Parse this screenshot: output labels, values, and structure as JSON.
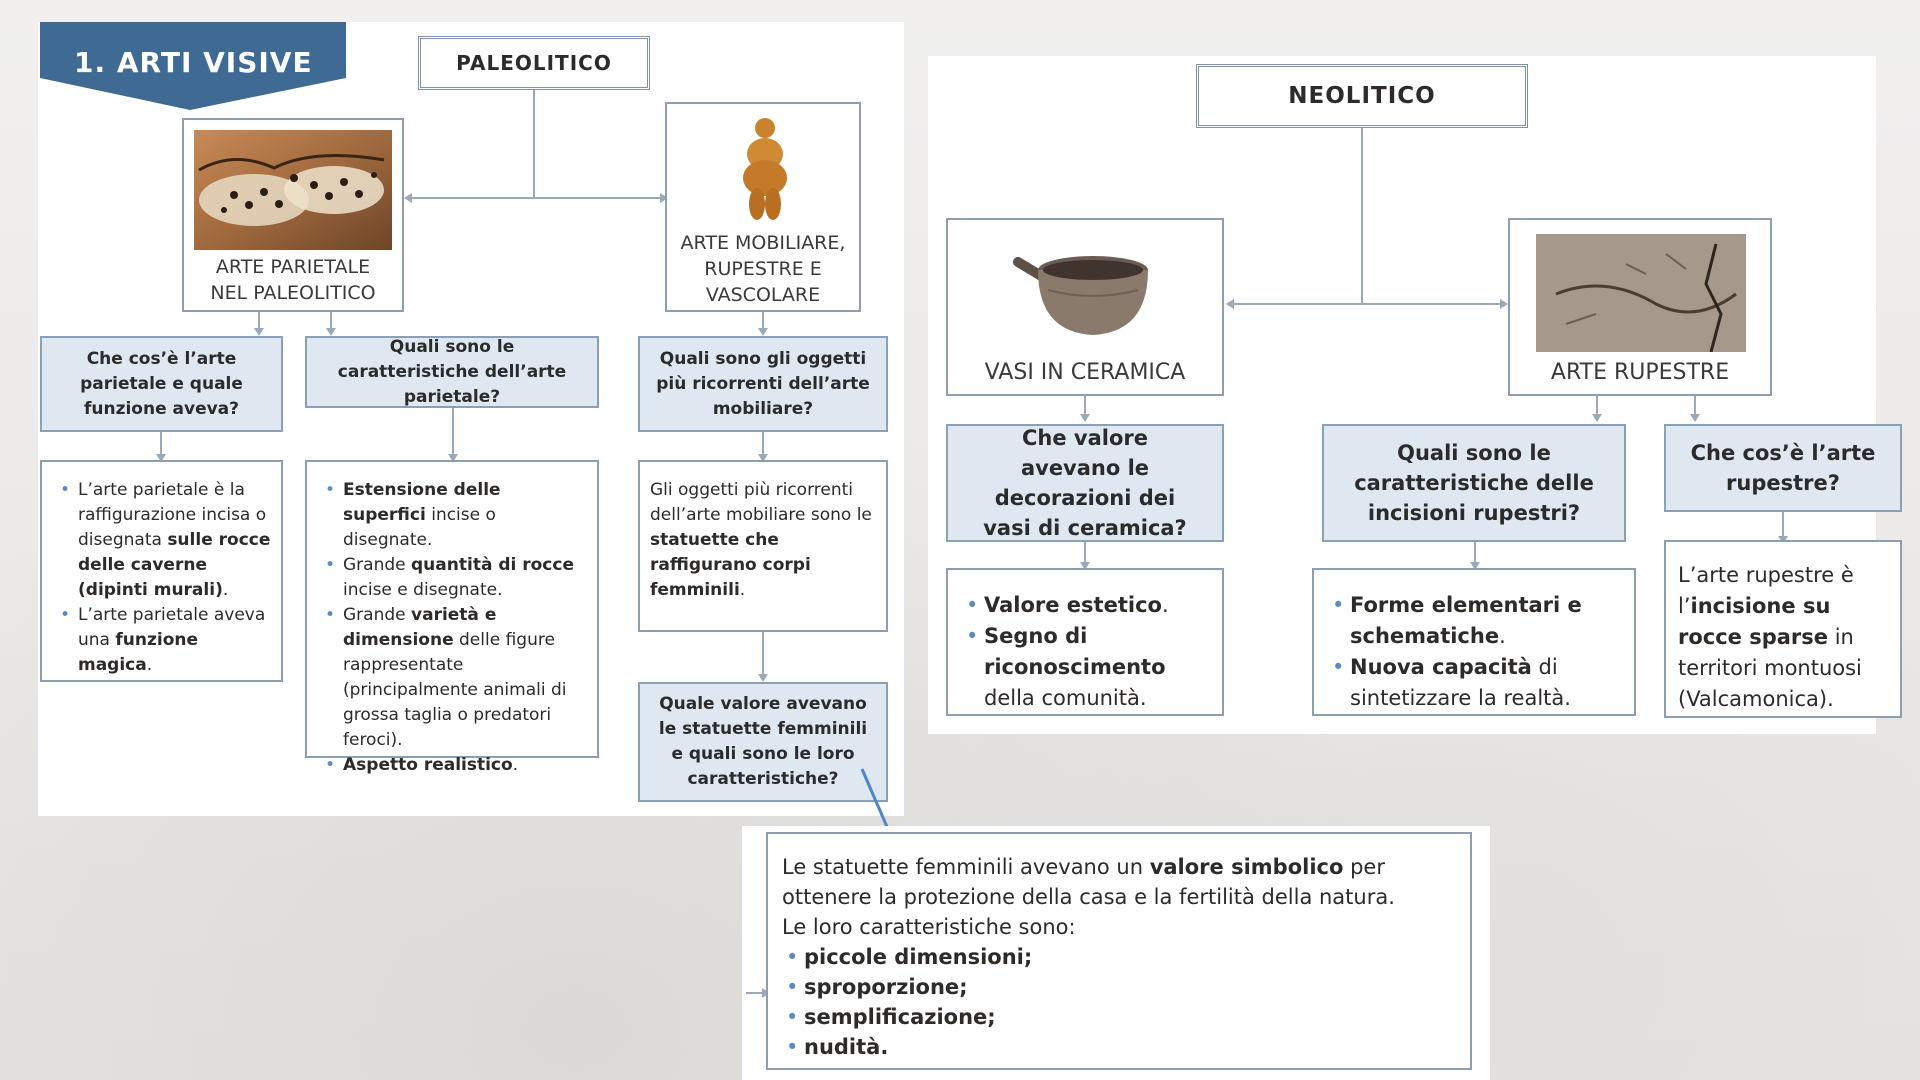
{
  "section": {
    "label": "1. ARTI VISIVE"
  },
  "paleolitico": {
    "title": "PALEOLITICO",
    "parietale_caption_1": "ARTE PARIETALE",
    "parietale_caption_2": "NEL PALEOLITICO",
    "mobiliare_caption_1": "ARTE MOBILIARE,",
    "mobiliare_caption_2": "RUPESTRE E",
    "mobiliare_caption_3": "VASCOLARE",
    "q1": "Che cos’è l’arte parietale e quale funzione aveva?",
    "q2": "Quali sono le caratteristiche dell’arte parietale?",
    "q3": "Quali sono gli oggetti più ricorrenti dell’arte mobiliare?",
    "q4": "Quale valore avevano le statuette femminili e quali sono le loro caratteristiche?",
    "a1": [
      {
        "pre": "L’arte parietale è la raffigurazione incisa o disegnata ",
        "bold": "sulle rocce delle caverne (dipinti murali)",
        "post": "."
      },
      {
        "pre": "L’arte parietale aveva una ",
        "bold": "funzione magica",
        "post": "."
      }
    ],
    "a2": [
      {
        "pre": "",
        "bold": "Estensione delle superfici",
        "post": " incise o disegnate."
      },
      {
        "pre": "Grande ",
        "bold": "quantità di rocce",
        "post": " incise e disegnate."
      },
      {
        "pre": "Grande ",
        "bold": "varietà e dimensione",
        "post": " delle figure rappresentate (principalmente animali di grossa taglia o predatori feroci)."
      },
      {
        "pre": "",
        "bold": "Aspetto realistico",
        "post": "."
      }
    ],
    "a3": {
      "pre": "Gli oggetti più ricorrenti dell’arte mobiliare sono le ",
      "bold": "statuette che raffigurano corpi femminili",
      "post": "."
    }
  },
  "statuette": {
    "intro_pre": "Le statuette femminili avevano un ",
    "intro_bold": "valore simbolico",
    "intro_post": " per ottenere la protezione della casa e la fertilità della natura.",
    "list_intro": "Le loro caratteristiche sono:",
    "items": [
      "piccole dimensioni;",
      "sproporzione;",
      "semplificazione;",
      "nudità."
    ]
  },
  "neolitico": {
    "title": "NEOLITICO",
    "vasi_caption": "VASI IN CERAMICA",
    "rupestre_caption": "ARTE RUPESTRE",
    "q1": "Che valore avevano le decorazioni dei vasi di ceramica?",
    "q2": "Quali sono le caratteristiche delle incisioni rupestri?",
    "q3": "Che cos’è l’arte rupestre?",
    "a1": [
      {
        "pre": "",
        "bold": "Valore estetico",
        "post": "."
      },
      {
        "pre": "",
        "bold": "Segno di riconoscimento",
        "post": " della comunità."
      }
    ],
    "a2": [
      {
        "pre": "",
        "bold": "Forme elementari e schematiche",
        "post": "."
      },
      {
        "pre": "",
        "bold": "Nuova capacità",
        "post": " di sintetizzare la realtà."
      }
    ],
    "a3": {
      "pre": "L’arte rupestre è l’",
      "bold": "incisione su rocce sparse",
      "post": " in territori montuosi (Valcamonica)."
    }
  },
  "colors": {
    "accent": "#3f6a93",
    "question_bg": "#dfe7f0",
    "border": "#8c9eb0",
    "bullet": "#5a8ac0"
  }
}
